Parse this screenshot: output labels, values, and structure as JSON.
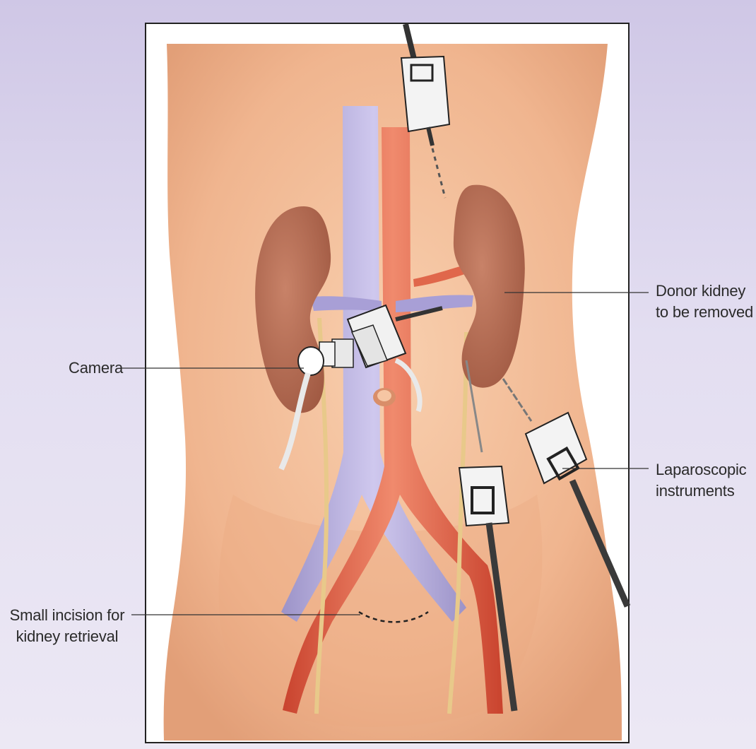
{
  "labels": {
    "camera": "Camera",
    "donor_kidney": [
      "Donor kidney",
      "to be removed"
    ],
    "laparoscopic": [
      "Laparoscopic",
      "instruments"
    ],
    "incision": [
      "Small incision for",
      "kidney retrieval"
    ]
  },
  "colors": {
    "background": "#ddd6ee",
    "skin": "#f2b893",
    "kidney": "#b56a52",
    "artery": "#d9573f",
    "vein": "#b7aede",
    "ureter": "#e8c98a",
    "instrument": "#f3f3f3"
  }
}
